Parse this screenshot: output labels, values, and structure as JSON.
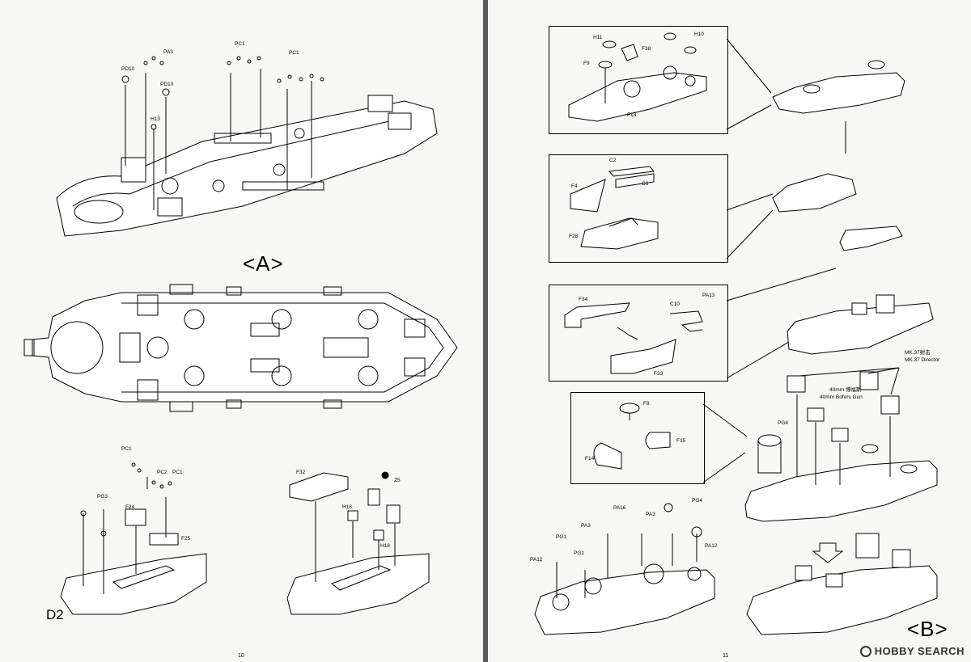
{
  "left_page": {
    "page_number": "10",
    "section_label": "<A>",
    "step_label": "D2",
    "top_parts": [
      "PA3",
      "PD10",
      "PD10",
      "H13",
      "PC1",
      "PC1"
    ],
    "mid_left_parts": [
      "PC1",
      "PC2",
      "PC1",
      "PG3",
      "F24",
      "F25"
    ],
    "mid_right_parts": [
      "F32",
      "H18",
      "Z5",
      "H18"
    ]
  },
  "right_page": {
    "page_number": "11",
    "section_label": "<B>",
    "box1_parts": [
      "H11",
      "H10",
      "F38",
      "F9",
      "F18"
    ],
    "box2_parts": [
      "C2",
      "C3",
      "F4",
      "F28"
    ],
    "box3_parts": [
      "F34",
      "C10",
      "PA13",
      "F33"
    ],
    "box4_parts": [
      "F8",
      "F15",
      "F14"
    ],
    "director_label_cn": "MK.37射击",
    "director_label_en": "MK.37 Director",
    "bofors_label_cn": "40mm 博福斯",
    "bofors_label_en": "40mm Bofors Gun",
    "pg4_top": "PG4",
    "bottom_parts": [
      "PA16",
      "PA3",
      "PG4",
      "PG1",
      "PA3",
      "PG1",
      "PA12",
      "PA12"
    ]
  },
  "watermark": "HOBBY SEARCH",
  "colors": {
    "paper": "#f7f7f5",
    "ink": "#000000",
    "gutter": "#5a5a5a"
  }
}
